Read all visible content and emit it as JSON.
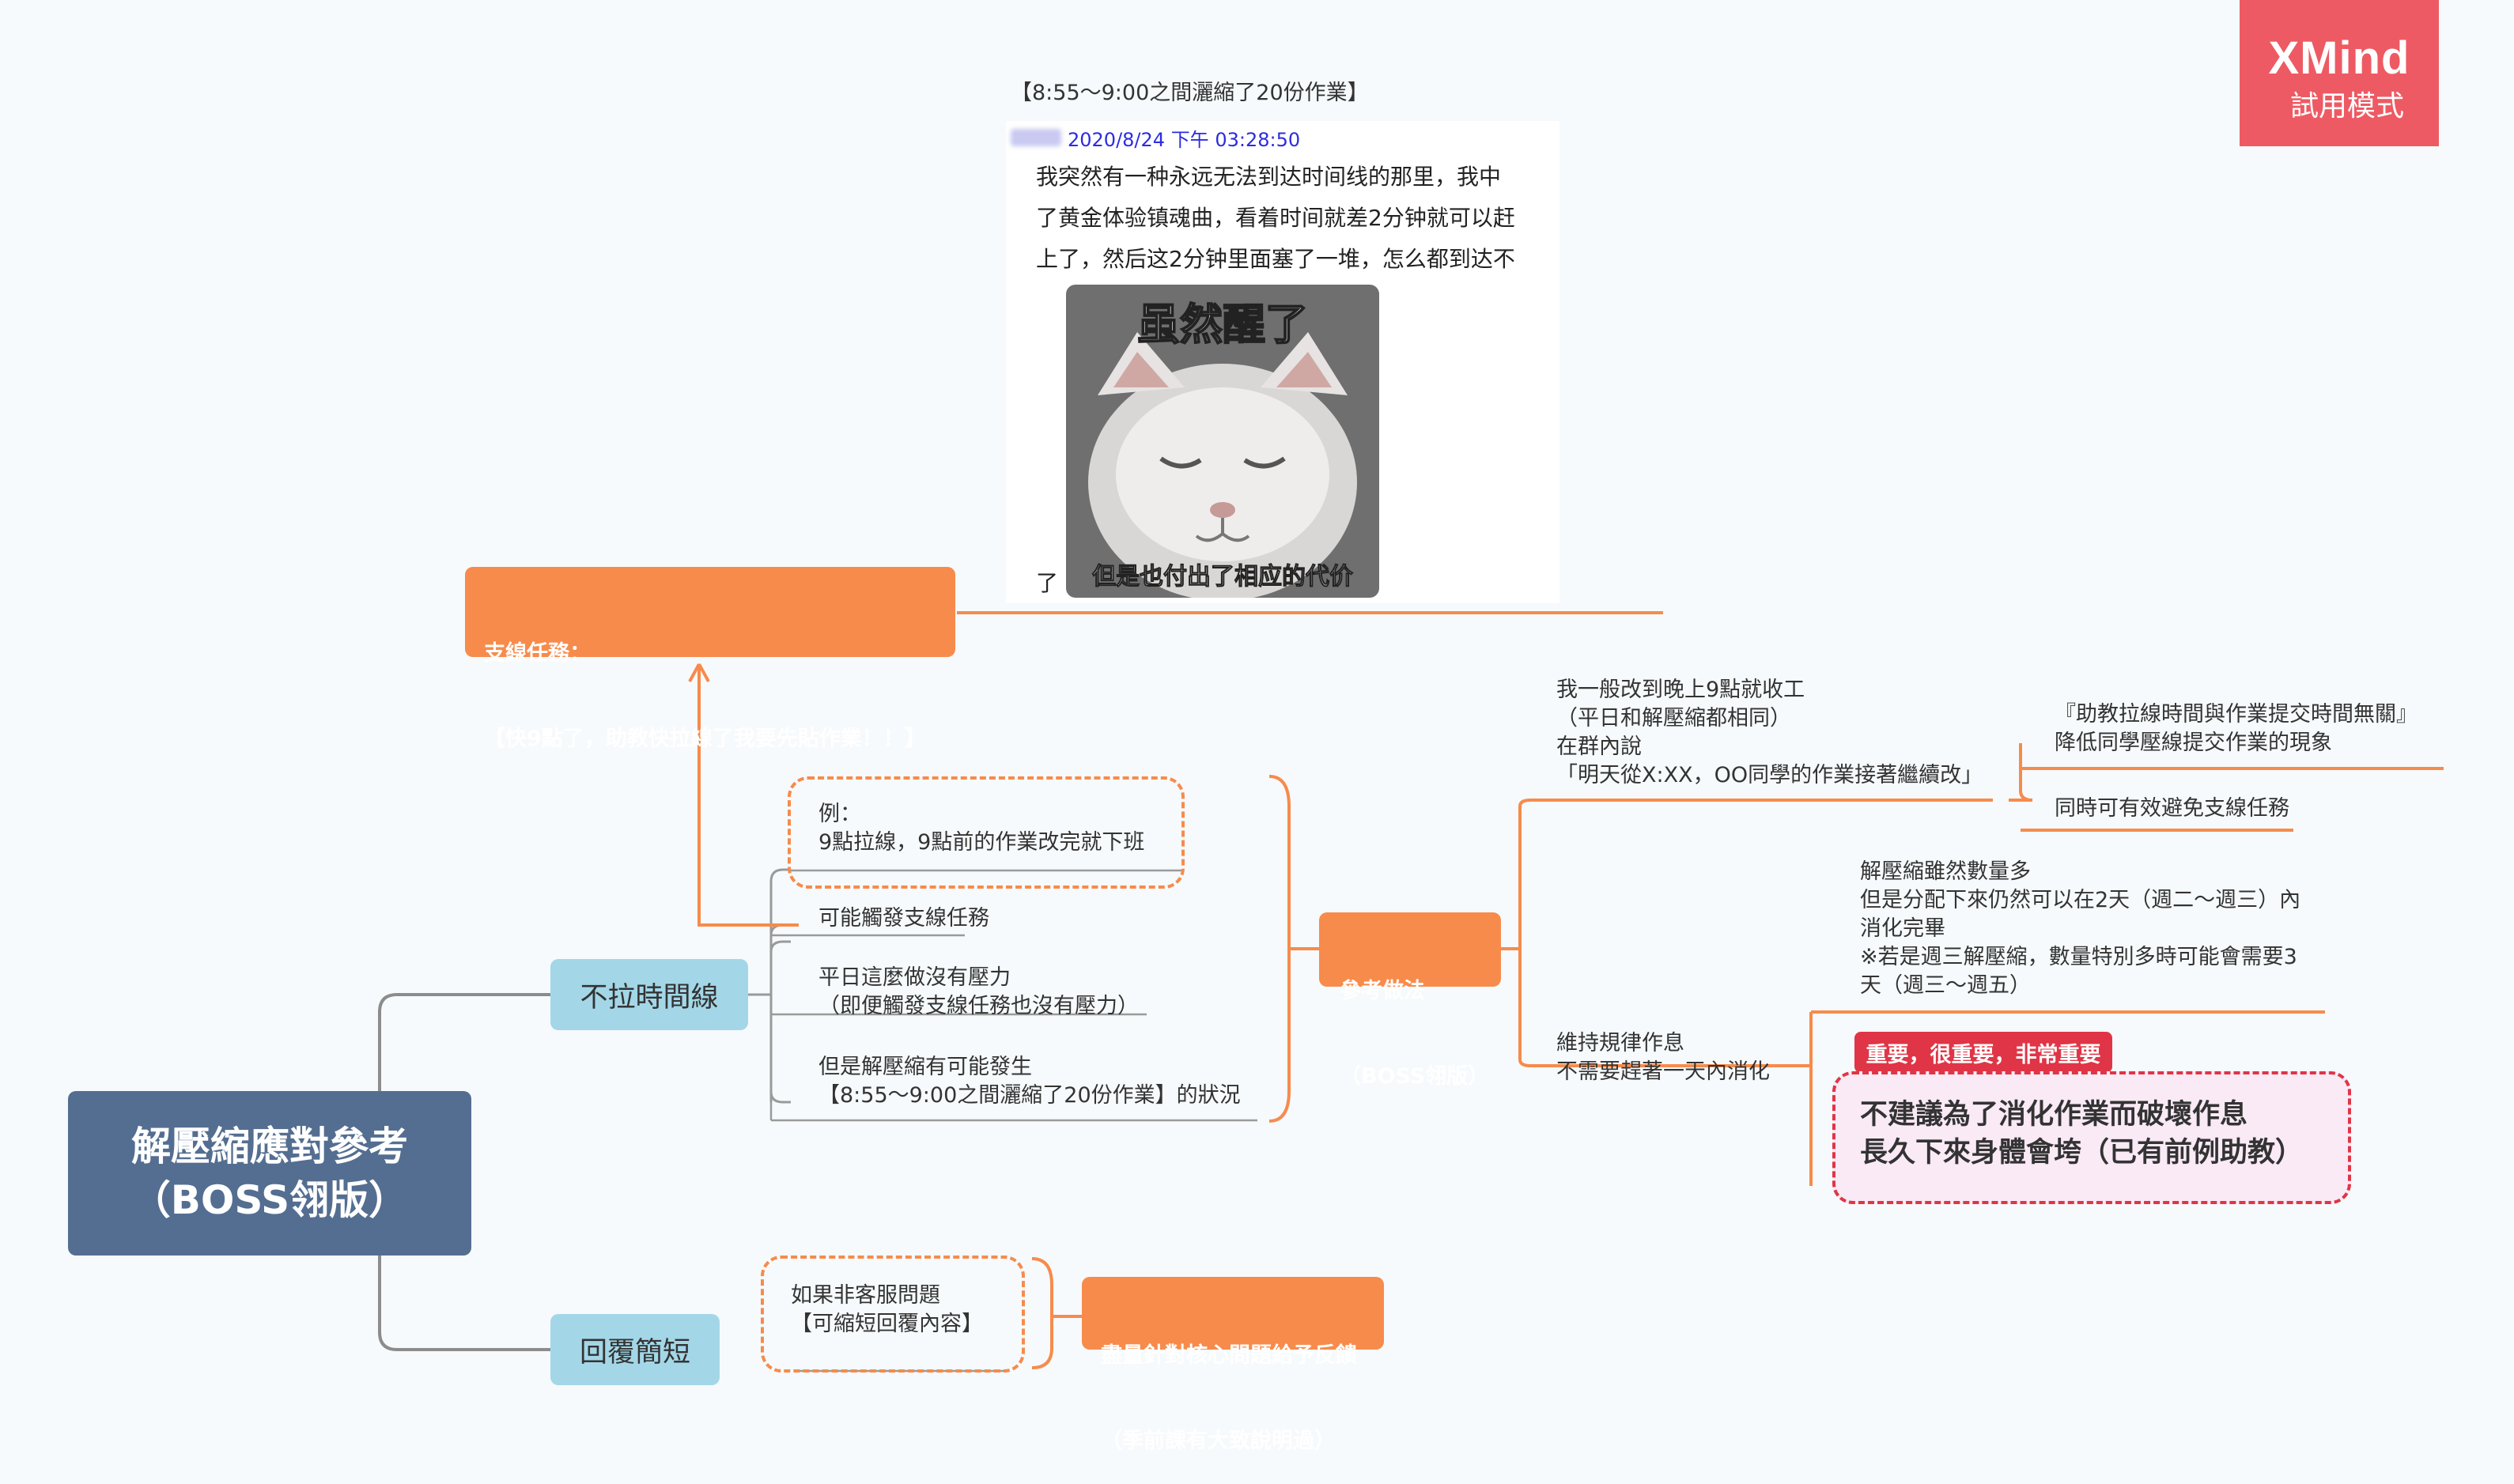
{
  "watermark": {
    "brand": "XMind",
    "sub": "試用模式"
  },
  "root": {
    "line1": "解壓縮應對參考",
    "line2": "（BOSS翎版）"
  },
  "branch_nodelay": {
    "label": "不拉時間線"
  },
  "branch_reply": {
    "label": "回覆簡短"
  },
  "side_quest": {
    "line1": "支線任務：",
    "line2": "【快9點了，助教快拉線了我要先貼作業！！】"
  },
  "example": {
    "line1": "例：",
    "line2": "9點拉線，9點前的作業改完就下班"
  },
  "trigger": "可能觸發支線任務",
  "pressure": {
    "line1": "平日這麼做沒有壓力",
    "line2": "（即便觸發支線任務也沒有壓力）"
  },
  "decompress": {
    "line1": "但是解壓縮有可能發生",
    "line2": "【8:55～9:00之間灑縮了20份作業】的狀況"
  },
  "reference": {
    "line1": "參考做法",
    "line2": "（BOSS翎版）"
  },
  "usual": {
    "line1": "我一般改到晚上9點就收工",
    "line2": "（平日和解壓縮都相同）",
    "line3": "在群內說",
    "line4": "「明天從X:XX，OO同學的作業接著繼續改」"
  },
  "note1": {
    "line1": "『助教拉線時間與作業提交時間無關』",
    "line2": "降低同學壓線提交作業的現象"
  },
  "note2": "同時可有效避免支線任務",
  "routine": {
    "line1": "維持規律作息",
    "line2": "不需要趕著一天內消化"
  },
  "dist": {
    "line1": "解壓縮雖然數量多",
    "line2": "但是分配下來仍然可以在2天（週二～週三）內",
    "line3": "消化完畢",
    "line4": "※若是週三解壓縮，數量特別多時可能會需要3",
    "line5": "天（週三～週五）"
  },
  "important": {
    "badge": "重要，很重要，非常重要",
    "line1": "不建議為了消化作業而破壞作息",
    "line2": "長久下來身體會垮（已有前例助教）"
  },
  "nonservice": {
    "line1": "如果非客服問題",
    "line2": "【可縮短回覆內容】"
  },
  "feedback": {
    "line1": "盡量針對核心問題給予反饋",
    "line2": "（季前課有大致說明過）"
  },
  "image_caption": "【8:55～9:00之間灑縮了20份作業】",
  "chat": {
    "timestamp": "2020/8/24 下午 03:28:50",
    "line1": "我突然有一种永远无法到达时间线的那里，我中",
    "line2": "了黄金体验镇魂曲，看着时间就差2分钟就可以赶",
    "line3": "上了，然后这2分钟里面塞了一堆，怎么都到达不",
    "line4": "了",
    "meme_top": "虽然醒了",
    "meme_bottom": "但是也付出了相应的代价"
  },
  "colors": {
    "orange": "#f78b4c",
    "root": "#546e91",
    "branch": "#a3d7e8",
    "red": "#e03546",
    "watermark": "#ee5a63"
  }
}
